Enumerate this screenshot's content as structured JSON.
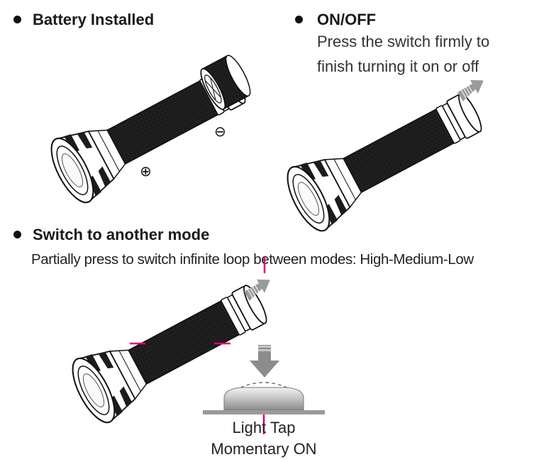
{
  "sections": {
    "battery": {
      "title": "Battery Installed"
    },
    "onoff": {
      "title": "ON/OFF",
      "line1": "Press the switch firmly to",
      "line2": "finish turning it on or off"
    },
    "mode": {
      "title": "Switch to another mode",
      "description": "Partially press to switch infinite loop between modes: High-Medium-Low"
    }
  },
  "button_detail": {
    "caption_line1": "Light Tap",
    "caption_line2": "Momentary ON"
  },
  "symbols": {
    "plus": "⊕",
    "minus": "⊖"
  },
  "icons": [
    "bullet-icon",
    "press-arrow-icon",
    "down-arrow-icon",
    "flashlight-illustration"
  ],
  "colors": {
    "marker": "#e0007a",
    "arrow": "#9a9a9a",
    "body": "#1c1c1c"
  }
}
